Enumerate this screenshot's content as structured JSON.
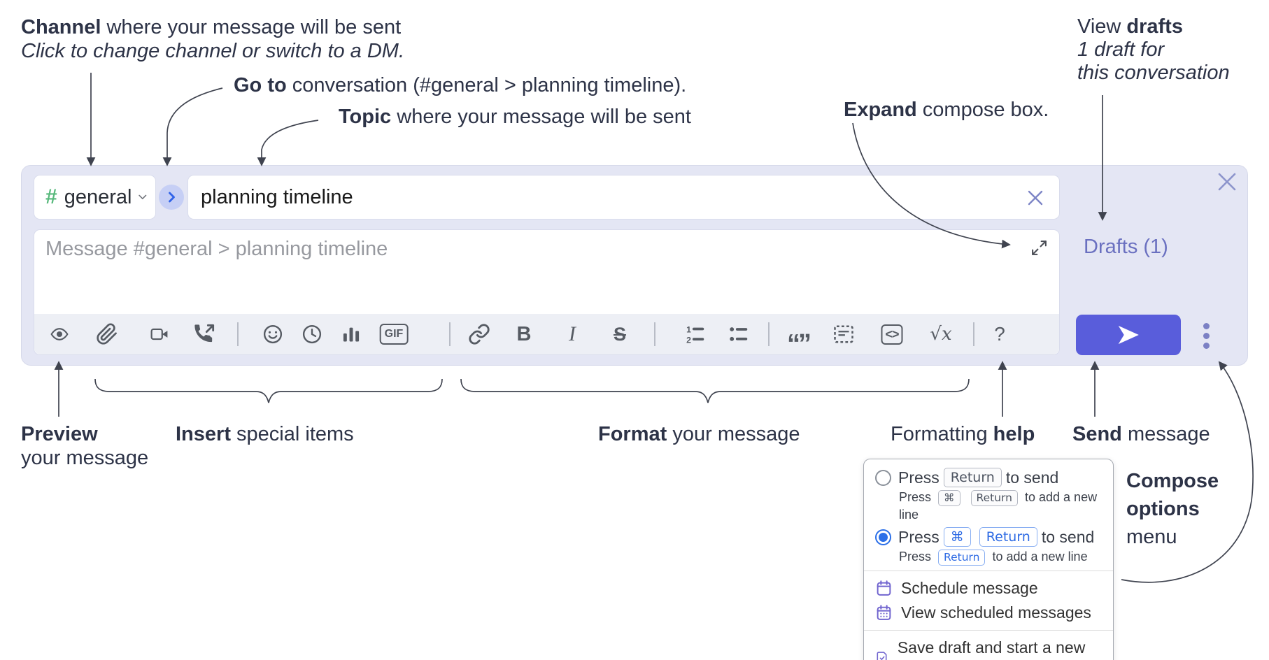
{
  "annotations": {
    "channel_line1_bold": "Channel",
    "channel_line1_rest": " where your message will be sent",
    "channel_line2": "Click to change channel or switch to a DM.",
    "goto_bold": "Go to",
    "goto_rest": " conversation (#general > planning timeline).",
    "topic_bold": "Topic",
    "topic_rest": " where your message will be sent",
    "expand_bold": "Expand",
    "expand_rest": " compose box.",
    "view_drafts_pre": "View ",
    "view_drafts_bold": "drafts",
    "view_drafts_line2": "1 draft for",
    "view_drafts_line3": "this conversation",
    "preview_bold": "Preview",
    "preview_line2": "your message",
    "insert_bold": "Insert",
    "insert_rest": " special items",
    "format_bold": "Format",
    "format_rest": " your message",
    "help_pre": "Formatting ",
    "help_bold": "help",
    "send_bold": "Send",
    "send_rest": " message",
    "compose_options_line1": "Compose",
    "compose_options_line2": "options",
    "compose_options_line3": "menu"
  },
  "compose": {
    "channel_hash": "#",
    "channel_name": "general",
    "topic_value": "planning timeline",
    "message_placeholder": "Message #general > planning timeline",
    "drafts_label": "Drafts (1)",
    "toolbar": {
      "icons": [
        "preview",
        "attach-file",
        "start-video-call",
        "start-voice-call",
        "emoji",
        "add-global-time",
        "add-poll",
        "add-gif",
        "link",
        "bold",
        "italic",
        "strikethrough",
        "numbered-list",
        "bulleted-list",
        "quote",
        "spoiler",
        "code",
        "math",
        "help"
      ],
      "gif": "GIF",
      "bold": "B",
      "italic": "I",
      "strike": "S",
      "quote": "“”",
      "code": "<>",
      "math": "√x",
      "help": "?"
    }
  },
  "menu": {
    "press": "Press",
    "return_key": "Return",
    "cmd_key": "⌘",
    "to_send": "to send",
    "to_add_new_line": "to add a new line",
    "items": [
      "Schedule message",
      "View scheduled messages",
      "Save draft and start a new message"
    ]
  },
  "colors": {
    "panel_bg": "#e4e6f4",
    "accent_indigo": "#595ddb",
    "drafts_link": "#6a70c0",
    "hash_green": "#58b97c",
    "goto_blue": "#2f62e8",
    "menu_icon_purple": "#7165cf",
    "kbd_blue": "#2e6be4",
    "radio_selected": "#2b6fe8"
  }
}
